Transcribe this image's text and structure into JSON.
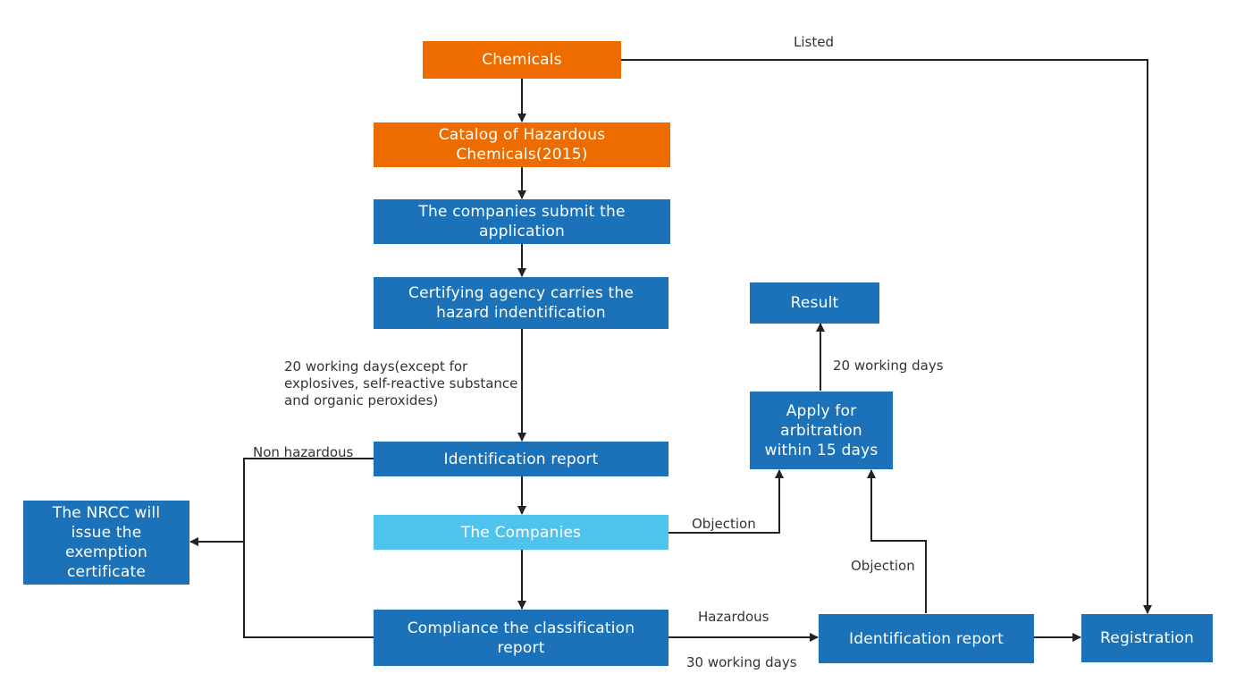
{
  "colors": {
    "orange": "#ec6c00",
    "blue": "#1b72b8",
    "light_blue": "#4ec3ee",
    "line": "#222222"
  },
  "nodes": {
    "chemicals": "Chemicals",
    "catalog": "Catalog of Hazardous Chemicals(2015)",
    "submit": "The companies submit the application",
    "certifying": "Certifying agency carries the hazard indentification",
    "ident_report": "Identification report",
    "companies": "The Companies",
    "compliance": "Compliance the classification report",
    "nrcc": "The NRCC will issue the exemption certificate",
    "result": "Result",
    "arbitration": "Apply for arbitration within 15 days",
    "ident_report_2": "Identification report",
    "registration": "Registration"
  },
  "edge_labels": {
    "listed": "Listed",
    "twenty_days_except": "20 working days(except for explosives, self-reactive substance and organic peroxides)",
    "non_hazardous": "Non hazardous",
    "objection_1": "Objection",
    "twenty_days": "20 working days",
    "objection_2": "Objection",
    "hazardous": "Hazardous",
    "thirty_days": "30 working days"
  }
}
